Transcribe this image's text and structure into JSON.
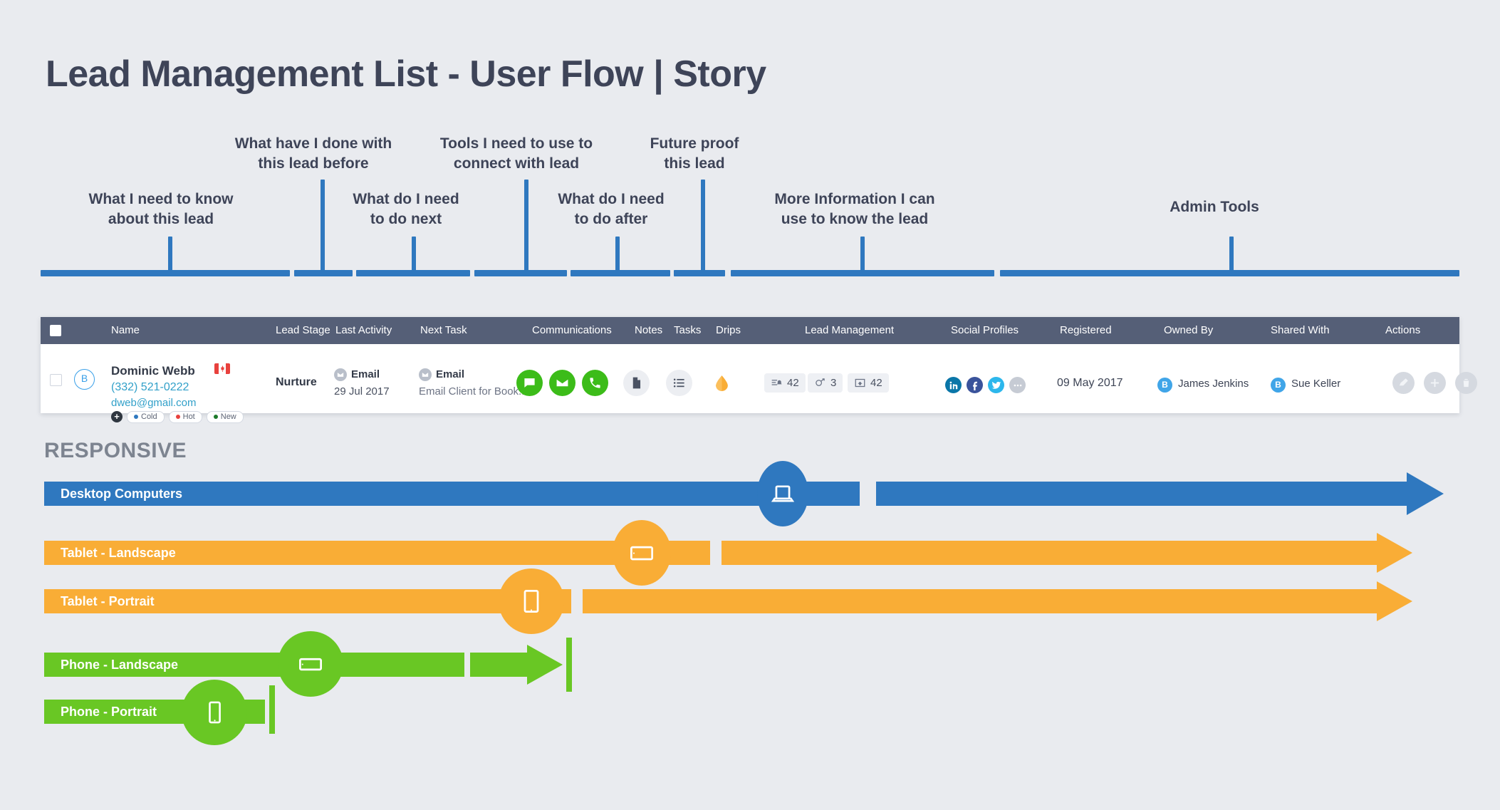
{
  "page": {
    "title": "Lead Management List - User Flow | Story",
    "background": "#e9ebef",
    "accent_blue": "#2f78bf",
    "accent_orange": "#f9ad36",
    "accent_green": "#69c724"
  },
  "annotations": [
    {
      "label": "What I need to know\nabout this lead"
    },
    {
      "label": "What have I done with\nthis lead before"
    },
    {
      "label": "What do I need\nto do next"
    },
    {
      "label": "Tools I need to use to\nconnect with lead"
    },
    {
      "label": "What do I need\nto do after"
    },
    {
      "label": "Future proof\nthis lead"
    },
    {
      "label": "More Information I can\nuse to know the lead"
    },
    {
      "label": "Admin Tools"
    }
  ],
  "annotation_labels": {
    "know_about_lead": "What I need to know about this lead",
    "done_before": "What have I done with this lead before",
    "do_next": "What do I need to do next",
    "tools_connect": "Tools I need to use to connect with lead",
    "do_after": "What do I need to do after",
    "future_proof": "Future proof this lead",
    "more_info": "More Information I can use to know the lead",
    "admin_tools": "Admin Tools"
  },
  "table": {
    "columns": [
      "Name",
      "Lead Stage",
      "Last Activity",
      "Next Task",
      "Communications",
      "Notes",
      "Tasks",
      "Drips",
      "Lead Management",
      "Social Profiles",
      "Registered",
      "Owned By",
      "Shared With",
      "Actions"
    ],
    "row": {
      "avatar_initial": "B",
      "name": "Dominic Webb",
      "country_flag": "canada-flag",
      "phone": "(332) 521-0222",
      "email": "dweb@gmail.com",
      "tags": [
        {
          "label": "Cold",
          "color": "#2f78bf"
        },
        {
          "label": "Hot",
          "color": "#e8413d"
        },
        {
          "label": "New",
          "color": "#1d7a2b"
        }
      ],
      "lead_stage": "Nurture",
      "last_activity": {
        "type": "Email",
        "value": "29 Jul 2017"
      },
      "next_task": {
        "type": "Email",
        "value": "Email Client for Book..."
      },
      "communications": [
        "sms-icon",
        "email-icon",
        "phone-icon"
      ],
      "notes_icon": "document-icon",
      "tasks_icon": "list-icon",
      "drips_icon": "drop-icon",
      "lead_management": [
        {
          "icon": "campaign-bell-icon",
          "count": "42"
        },
        {
          "icon": "opportunity-icon",
          "count": "3"
        },
        {
          "icon": "property-icon",
          "count": "42"
        }
      ],
      "social_profiles": [
        "linkedin-icon",
        "facebook-icon",
        "twitter-icon",
        "more-icon"
      ],
      "registered": "09 May 2017",
      "owned_by": {
        "initial": "B",
        "name": "James Jenkins"
      },
      "shared_with": {
        "initial": "B",
        "name": "Sue Keller"
      },
      "actions": [
        "edit-icon",
        "add-icon",
        "delete-icon"
      ]
    }
  },
  "responsive": {
    "heading": "RESPONSIVE",
    "rows": [
      {
        "label": "Desktop Computers",
        "icon": "laptop-icon",
        "color": "#2f78bf"
      },
      {
        "label": "Tablet - Landscape",
        "icon": "tablet-landscape-icon",
        "color": "#f9ad36"
      },
      {
        "label": "Tablet - Portrait",
        "icon": "tablet-portrait-icon",
        "color": "#f9ad36"
      },
      {
        "label": "Phone - Landscape",
        "icon": "phone-landscape-icon",
        "color": "#69c724"
      },
      {
        "label": "Phone - Portrait",
        "icon": "phone-portrait-icon",
        "color": "#69c724"
      }
    ]
  }
}
